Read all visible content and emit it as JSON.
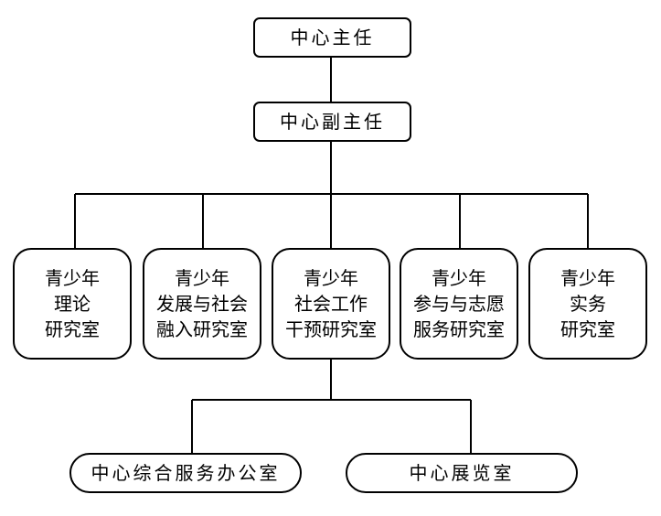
{
  "diagram": {
    "director": "中心主任",
    "deputy_director": "中心副主任",
    "labs": [
      {
        "lines": [
          "青少年",
          "理论",
          "研究室"
        ]
      },
      {
        "lines": [
          "青少年",
          "发展与社会",
          "融入研究室"
        ]
      },
      {
        "lines": [
          "青少年",
          "社会工作",
          "干预研究室"
        ]
      },
      {
        "lines": [
          "青少年",
          "参与与志愿",
          "服务研究室"
        ]
      },
      {
        "lines": [
          "青少年",
          "实务",
          "研究室"
        ]
      }
    ],
    "offices": [
      "中心综合服务办公室",
      "中心展览室"
    ]
  },
  "colors": {
    "line": "#000000",
    "box_fill": "#ffffff",
    "text": "#000000"
  }
}
